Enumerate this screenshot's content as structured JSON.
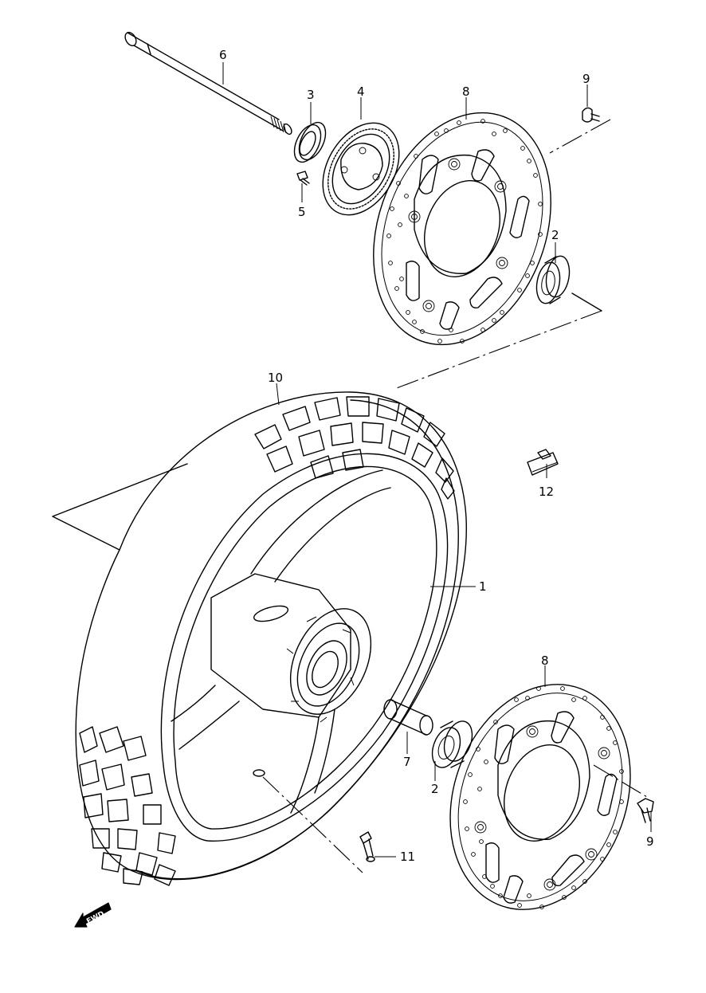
{
  "callouts": {
    "c1": "1",
    "c2a": "2",
    "c2b": "2",
    "c3": "3",
    "c4": "4",
    "c5": "5",
    "c6": "6",
    "c7": "7",
    "c8a": "8",
    "c8b": "8",
    "c9a": "9",
    "c9b": "9",
    "c10": "10",
    "c11": "11",
    "c12": "12"
  },
  "fwd_label": "FWD",
  "colors": {
    "line": "#000000",
    "background": "#ffffff"
  }
}
